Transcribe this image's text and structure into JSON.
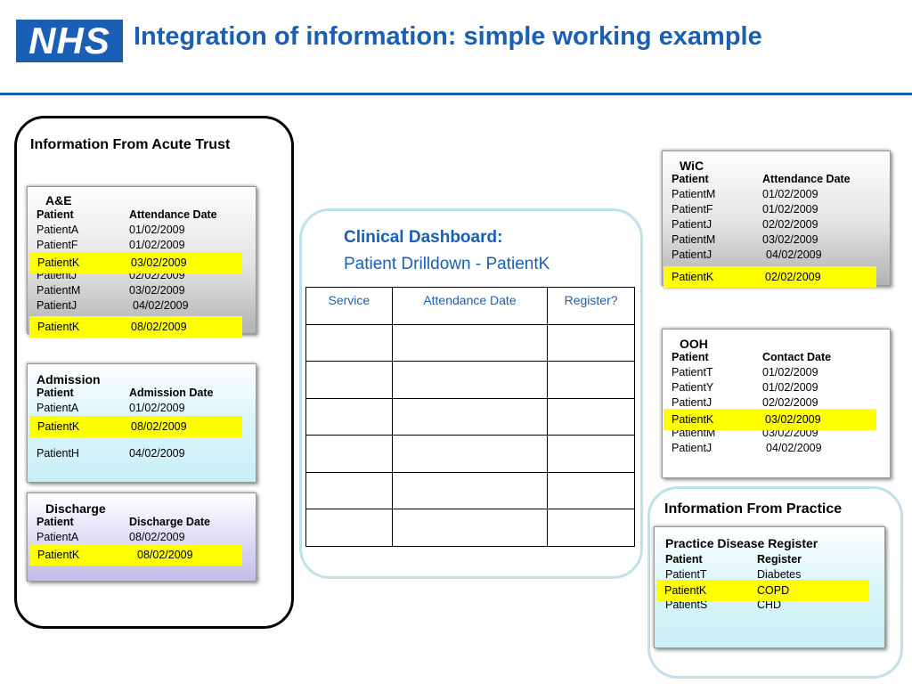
{
  "header": {
    "logo_text": "NHS",
    "title": "Integration of information: simple working example",
    "accent_color": "#1a5fb4"
  },
  "acute": {
    "label": "Information From Acute Trust",
    "ae": {
      "title": "A&E",
      "col1": "Patient",
      "col2": "Attendance Date",
      "rows": [
        [
          "PatientA",
          "01/02/2009"
        ],
        [
          "PatientF",
          "01/02/2009"
        ],
        [
          "PatientJ",
          "02/02/2009"
        ],
        [
          "PatientM",
          "03/02/2009"
        ],
        [
          "PatientJ",
          "04/02/2009"
        ]
      ],
      "highlights": [
        [
          "PatientK",
          "03/02/2009"
        ],
        [
          "PatientK",
          "08/02/2009"
        ]
      ]
    },
    "admission": {
      "title": "Admission",
      "col1": "Patient",
      "col2": "Admission Date",
      "rows": [
        [
          "PatientA",
          "01/02/2009"
        ],
        [
          "PatientH",
          "04/02/2009"
        ]
      ],
      "highlights": [
        [
          "PatientK",
          "08/02/2009"
        ]
      ]
    },
    "discharge": {
      "title": "Discharge",
      "col1": "Patient",
      "col2": "Discharge Date",
      "rows": [
        [
          "PatientA",
          "08/02/2009"
        ]
      ],
      "highlights": [
        [
          "PatientK",
          "08/02/2009"
        ]
      ]
    }
  },
  "dashboard": {
    "title": "Clinical Dashboard:",
    "subtitle": "Patient Drilldown - PatientK",
    "columns": [
      "Service",
      "Attendance Date",
      "Register?"
    ],
    "empty_row_count": 6
  },
  "wic": {
    "title": "WiC",
    "col1": "Patient",
    "col2": "Attendance Date",
    "rows": [
      [
        "PatientM",
        "01/02/2009"
      ],
      [
        "PatientF",
        "01/02/2009"
      ],
      [
        "PatientJ",
        "02/02/2009"
      ],
      [
        "PatientM",
        "03/02/2009"
      ],
      [
        "PatientJ",
        "04/02/2009"
      ]
    ],
    "highlights": [
      [
        "PatientK",
        "02/02/2009"
      ]
    ]
  },
  "ooh": {
    "title": "OOH",
    "col1": "Patient",
    "col2": "Contact Date",
    "rows": [
      [
        "PatientT",
        "01/02/2009"
      ],
      [
        "PatientY",
        "01/02/2009"
      ],
      [
        "PatientJ",
        "02/02/2009"
      ],
      [
        "PatientM",
        "03/02/2009"
      ],
      [
        "PatientJ",
        "04/02/2009"
      ]
    ],
    "highlights": [
      [
        "PatientK",
        "03/02/2009"
      ]
    ]
  },
  "practice": {
    "label": "Information From Practice",
    "register": {
      "title": "Practice Disease Register",
      "col1": "Patient",
      "col2": "Register",
      "rows": [
        [
          "PatientT",
          "Diabetes"
        ],
        [
          "PatientS",
          "CHD"
        ]
      ],
      "highlights": [
        [
          "PatientK",
          "COPD"
        ]
      ]
    }
  }
}
